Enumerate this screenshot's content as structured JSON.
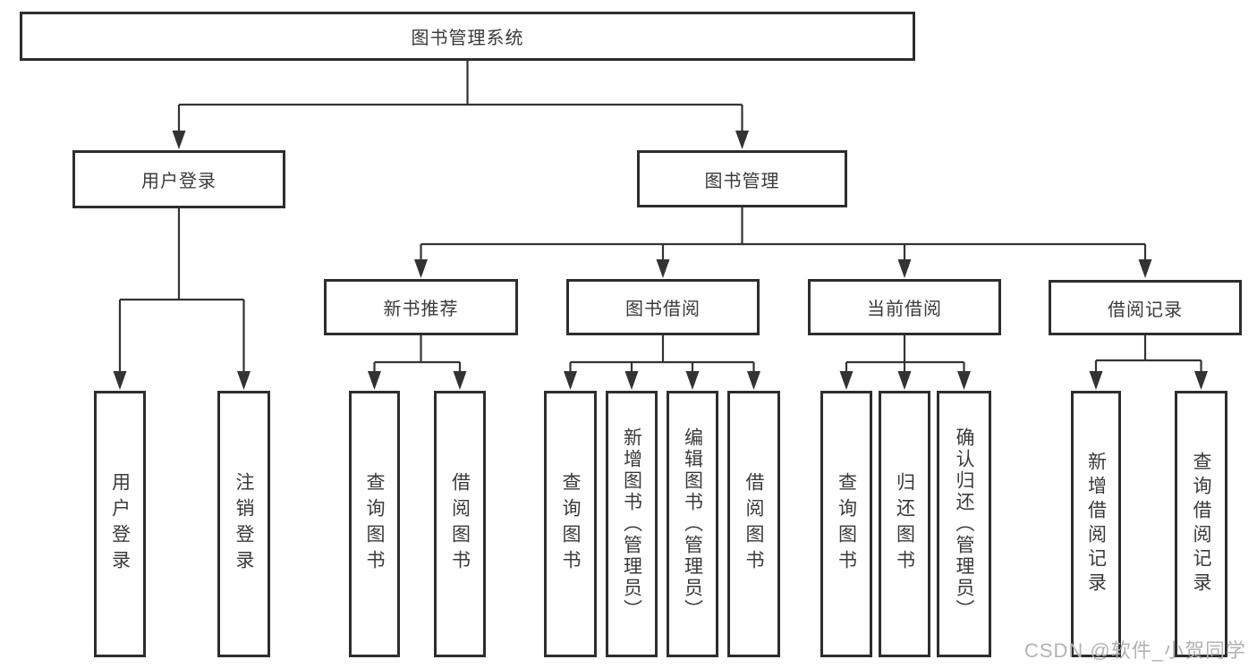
{
  "tree": {
    "root": {
      "label": "图书管理系统",
      "children": [
        {
          "label": "用户登录",
          "children": [
            {
              "label": "用户登录"
            },
            {
              "label": "注销登录"
            }
          ]
        },
        {
          "label": "图书管理",
          "children": [
            {
              "label": "新书推荐",
              "children": [
                {
                  "label": "查询图书"
                },
                {
                  "label": "借阅图书"
                }
              ]
            },
            {
              "label": "图书借阅",
              "children": [
                {
                  "label": "查询图书"
                },
                {
                  "label": "新增图书（管理员）"
                },
                {
                  "label": "编辑图书（管理员）"
                },
                {
                  "label": "借阅图书"
                }
              ]
            },
            {
              "label": "当前借阅",
              "children": [
                {
                  "label": "查询图书"
                },
                {
                  "label": "归还图书"
                },
                {
                  "label": "确认归还（管理员）"
                }
              ]
            },
            {
              "label": "借阅记录",
              "children": [
                {
                  "label": "新增借阅记录"
                },
                {
                  "label": "查询借阅记录"
                }
              ]
            }
          ]
        }
      ]
    }
  },
  "watermark": {
    "text": "CSDN @软件_小贺同学"
  },
  "colors": {
    "line": "#333333",
    "border": "#2d2d2d",
    "text": "#3a3a3a",
    "watermark": "#b3b3b3",
    "background": "#ffffff"
  }
}
